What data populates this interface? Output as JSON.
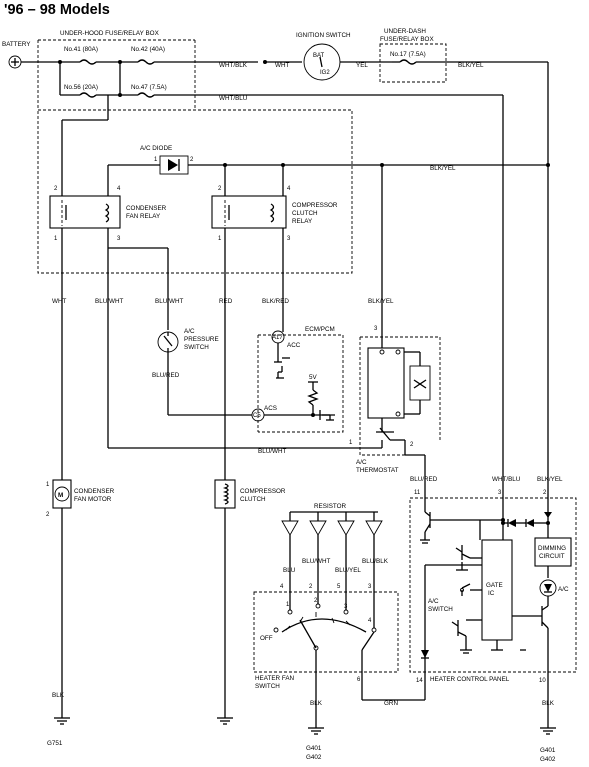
{
  "title": "'96 – 98 Models",
  "battery": "BATTERY",
  "under_hood_box": "UNDER-HOOD FUSE/RELAY BOX",
  "fuse_41": "No.41 (80A)",
  "fuse_42": "No.42 (40A)",
  "fuse_56": "No.56 (20A)",
  "fuse_47": "No.47 (7.5A)",
  "ignition_switch": "IGNITION SWITCH",
  "bat": "BAT",
  "ig2": "IG2",
  "under_dash_line1": "UNDER-DASH",
  "under_dash_line2": "FUSE/RELAY BOX",
  "fuse_17": "No.17 (7.5A)",
  "ac_diode": "A/C DIODE",
  "condenser_fan_relay_1": "CONDENSER",
  "condenser_fan_relay_2": "FAN RELAY",
  "compressor_clutch_relay_1": "COMPRESSOR",
  "compressor_clutch_relay_2": "CLUTCH",
  "compressor_clutch_relay_3": "RELAY",
  "ac_pressure_switch_1": "A/C",
  "ac_pressure_switch_2": "PRESSURE",
  "ac_pressure_switch_3": "SWITCH",
  "ecm_pcm": "ECM/PCM",
  "acc": "ACC",
  "acs": "ACS",
  "five_v": "5V",
  "a17": "A17",
  "c5": "C5",
  "ac_thermostat_1": "A/C",
  "ac_thermostat_2": "THERMOSTAT",
  "condenser_fan_motor_1": "CONDENSER",
  "condenser_fan_motor_2": "FAN MOTOR",
  "motor_m": "M",
  "compressor_clutch_1": "COMPRESSOR",
  "compressor_clutch_2": "CLUTCH",
  "resistor": "RESISTOR",
  "off": "OFF",
  "heater_fan_switch_1": "HEATER FAN",
  "heater_fan_switch_2": "SWITCH",
  "heater_control_panel": "HEATER CONTROL PANEL",
  "ac_switch_1": "A/C",
  "ac_switch_2": "SWITCH",
  "gate_ic_1": "GATE",
  "gate_ic_2": "IC",
  "dimming_1": "DIMMING",
  "dimming_2": "CIRCUIT",
  "ac_lamp": "A/C",
  "wires": {
    "wht_blk": "WHT/BLK",
    "wht": "WHT",
    "yel": "YEL",
    "blk_yel_top": "BLK/YEL",
    "wht_blu_top": "WHT/BLU",
    "blk_yel_mid": "BLK/YEL",
    "wht_left": "WHT",
    "blu_wht_1": "BLU/WHT",
    "blu_wht_2": "BLU/WHT",
    "red": "RED",
    "blk_red": "BLK/RED",
    "blk_yel_therm": "BLK/YEL",
    "blu_red_1": "BLU/RED",
    "blu_wht_3": "BLU/WHT",
    "blu_red_2": "BLU/RED",
    "wht_blu_right": "WHT/BLU",
    "blk_yel_right": "BLK/YEL",
    "blu": "BLU",
    "blu_wht_4": "BLU/WHT",
    "blu_yel": "BLU/YEL",
    "blu_blk": "BLU/BLK",
    "grn": "GRN",
    "blk_1": "BLK",
    "blk_2": "BLK",
    "blk_3": "BLK"
  },
  "grounds": {
    "g751": "G751",
    "g401_a": "G401",
    "g402_a": "G402",
    "g401_b": "G401",
    "g402_b": "G402"
  },
  "pins": {
    "diode_1": "1",
    "diode_2": "2",
    "cfr_2": "2",
    "cfr_4": "4",
    "cfr_1": "1",
    "cfr_3": "3",
    "ccr_2": "2",
    "ccr_4": "4",
    "ccr_1": "1",
    "ccr_3": "3",
    "th_3": "3",
    "th_1": "1",
    "th_2": "2",
    "mot_1": "1",
    "mot_2": "2",
    "hcp_11": "11",
    "hcp_3": "3",
    "hcp_2": "2",
    "hcp_14": "14",
    "hcp_10": "10",
    "rs_4": "4",
    "rs_2": "2",
    "rs_5": "5",
    "rs_3": "3",
    "sw_1": "1",
    "sw_2": "2",
    "sw_3": "3",
    "sw_4": "4",
    "sw_6": "6"
  }
}
